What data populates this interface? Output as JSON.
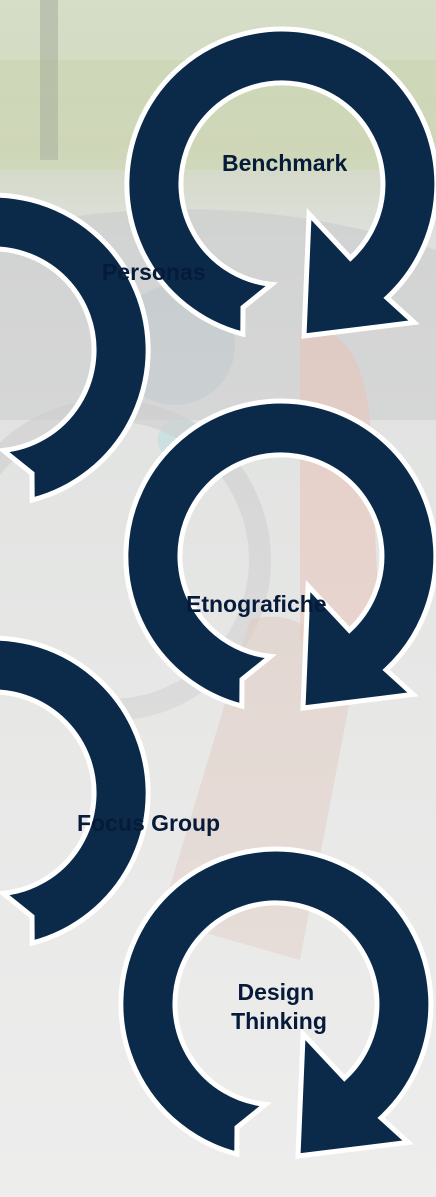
{
  "diagram": {
    "type": "spiral-flow",
    "colors": {
      "arrow_fill": "#0b2a4a",
      "arrow_outline": "#ffffff",
      "label_text": "#061b3a"
    },
    "steps": [
      {
        "label_lines": [
          "Benchmark"
        ]
      },
      {
        "label_lines": [
          "Personas"
        ]
      },
      {
        "label_lines": [
          "Etnografiche"
        ]
      },
      {
        "label_lines": [
          "Focus Group"
        ]
      },
      {
        "label_lines": [
          "Design",
          "Thinking"
        ]
      }
    ]
  }
}
